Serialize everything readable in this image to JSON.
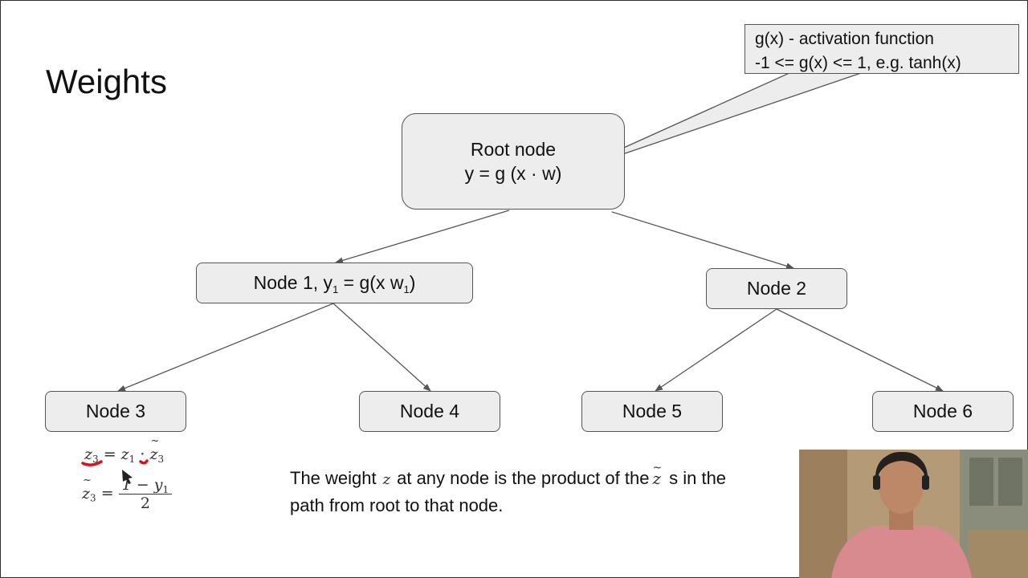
{
  "slide": {
    "title": "Weights"
  },
  "callout": {
    "line1": "g(x) - activation function",
    "line2": "-1 <= g(x) <= 1, e.g. tanh(x)"
  },
  "tree": {
    "root": {
      "line1": "Root node",
      "line2": "y = g (x · w)"
    },
    "node1": {
      "label_prefix": "Node 1, y",
      "sub_y": "1",
      "label_mid": " = g(x w",
      "sub_w": "1",
      "label_suffix": ")"
    },
    "node2": {
      "label": "Node 2"
    },
    "node3": {
      "label": "Node 3"
    },
    "node4": {
      "label": "Node 4"
    },
    "node5": {
      "label": "Node 5"
    },
    "node6": {
      "label": "Node 6"
    }
  },
  "equations": {
    "eq1": {
      "lhs": "z",
      "lhs_sub": "3",
      "eq": " = ",
      "a": "z",
      "a_sub": "1",
      "dot": " · ",
      "b": "z",
      "b_sub": "3"
    },
    "eq2": {
      "lhs": "z",
      "lhs_sub": "3",
      "eq": " = ",
      "numerator": "1 − y",
      "numerator_sub": "1",
      "denominator": "2"
    }
  },
  "description": {
    "part1": "The weight",
    "symbol_z": "z",
    "part2": "at any node is the product of the",
    "symbol_z_tilde": "z",
    "part3": "s in the",
    "line2": "path from root to that node."
  },
  "colors": {
    "node_fill": "#ededed",
    "node_border": "#555555",
    "edge": "#555555",
    "annotation": "#e0101a"
  }
}
